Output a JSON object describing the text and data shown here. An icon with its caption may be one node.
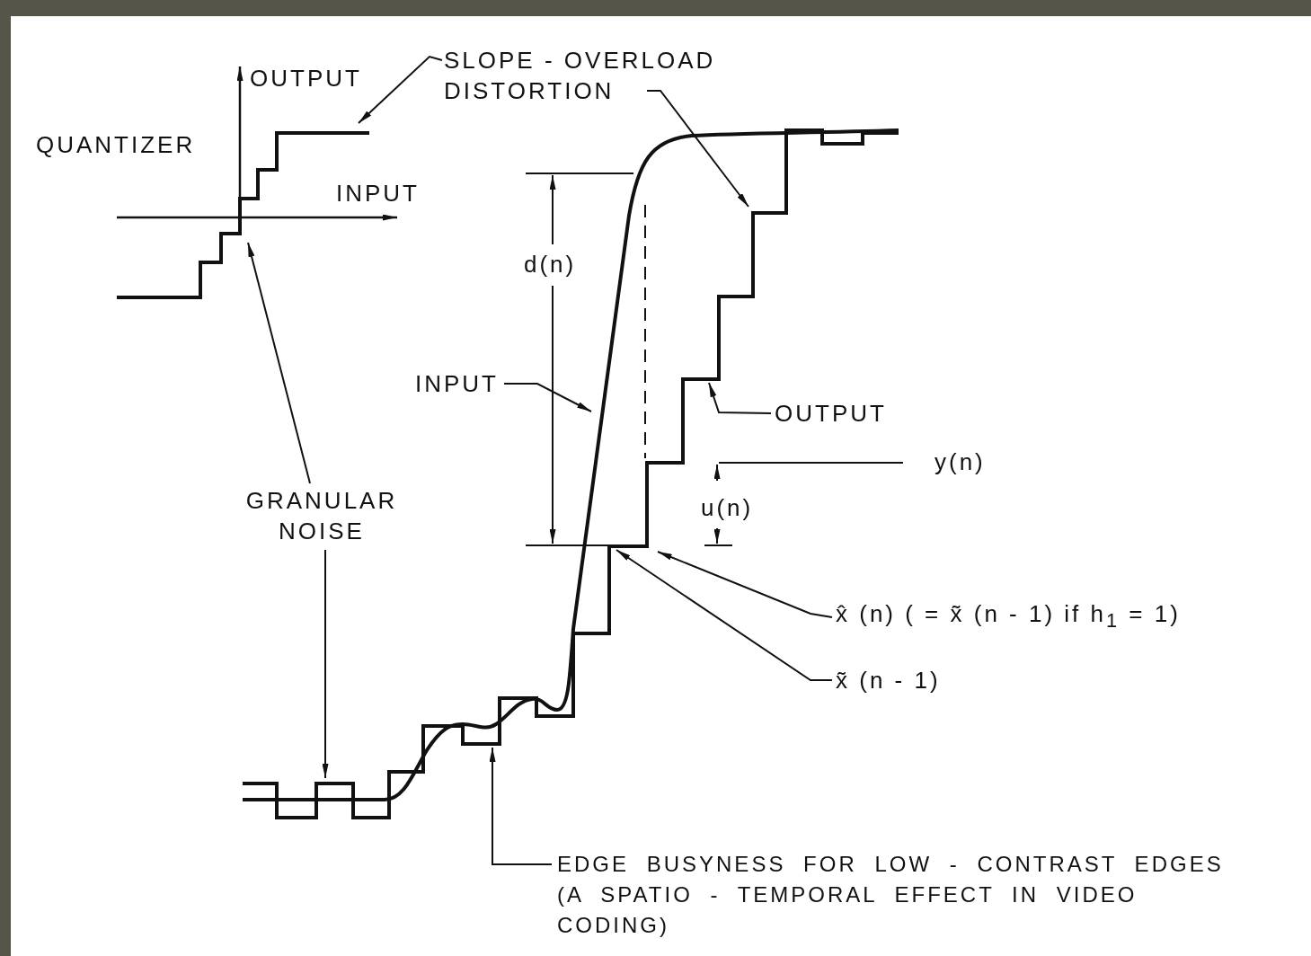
{
  "diagram": {
    "nodes": [
      {
        "text": [
          "SLOPE - OVERLOAD DISTORTION"
        ]
      },
      {
        "text": [
          "GRANULAR NOISE"
        ]
      },
      {
        "text": [
          "INPUT"
        ]
      },
      {
        "text": [
          "OUTPUT"
        ]
      },
      {
        "text": [
          "x̂ (n) ( = x̃ (n - 1) if h$_{1}$ = 1)"
        ]
      },
      {
        "text": [
          "x̃ (n - 1)"
        ]
      },
      {
        "text": [
          "EDGE BUSYNESS FOR LOW - CONTRAST EDGES (A SPATIO - TEMPORAL EFFECT IN VIDEO CODING)"
        ]
      }
    ],
    "edges": [
      {
        "from": 0,
        "to": null,
        "arrow": "to"
      },
      {
        "from": 0,
        "to": null,
        "arrow": "to"
      },
      {
        "from": 1,
        "to": null,
        "arrow": "to"
      },
      {
        "from": 1,
        "to": null,
        "arrow": "to"
      },
      {
        "from": 2,
        "to": null,
        "arrow": "to"
      },
      {
        "from": 3,
        "to": null,
        "arrow": "to"
      },
      {
        "from": 4,
        "to": null,
        "arrow": "to"
      },
      {
        "from": 5,
        "to": null,
        "arrow": "to"
      },
      {
        "from": 6,
        "to": null,
        "arrow": "to"
      }
    ],
    "labels": [
      "OUTPUT",
      "QUANTIZER",
      "INPUT",
      "d(n)",
      "y(n)",
      "u(n)"
    ]
  }
}
